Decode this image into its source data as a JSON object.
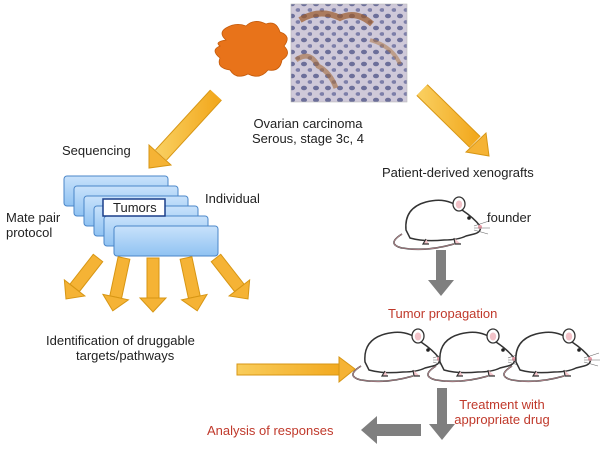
{
  "diagram": {
    "title_line1": "Ovarian carcinoma",
    "title_line2": "Serous, stage 3c, 4",
    "sequencing": "Sequencing",
    "tumors_label": "Tumors",
    "individual_label": "Individual",
    "mate_pair_line1": "Mate pair",
    "mate_pair_line2": "protocol",
    "pdx_label": "Patient-derived xenografts",
    "founder_label": "founder",
    "tumor_propagation": "Tumor propagation",
    "druggable_line1": "Identification of druggable",
    "druggable_line2": "targets/pathways",
    "treatment_line1": "Treatment with",
    "treatment_line2": "appropriate drug",
    "analysis": "Analysis of responses",
    "colors": {
      "tumor_blob": "#e8731a",
      "arrow_gold": "#f5b335",
      "arrow_gold_edge": "#d79614",
      "card_fill": "#8fc2f2",
      "card_edge": "#4a86c8",
      "gray_arrow": "#7f7f7f",
      "red_text": "#c0392b"
    }
  }
}
